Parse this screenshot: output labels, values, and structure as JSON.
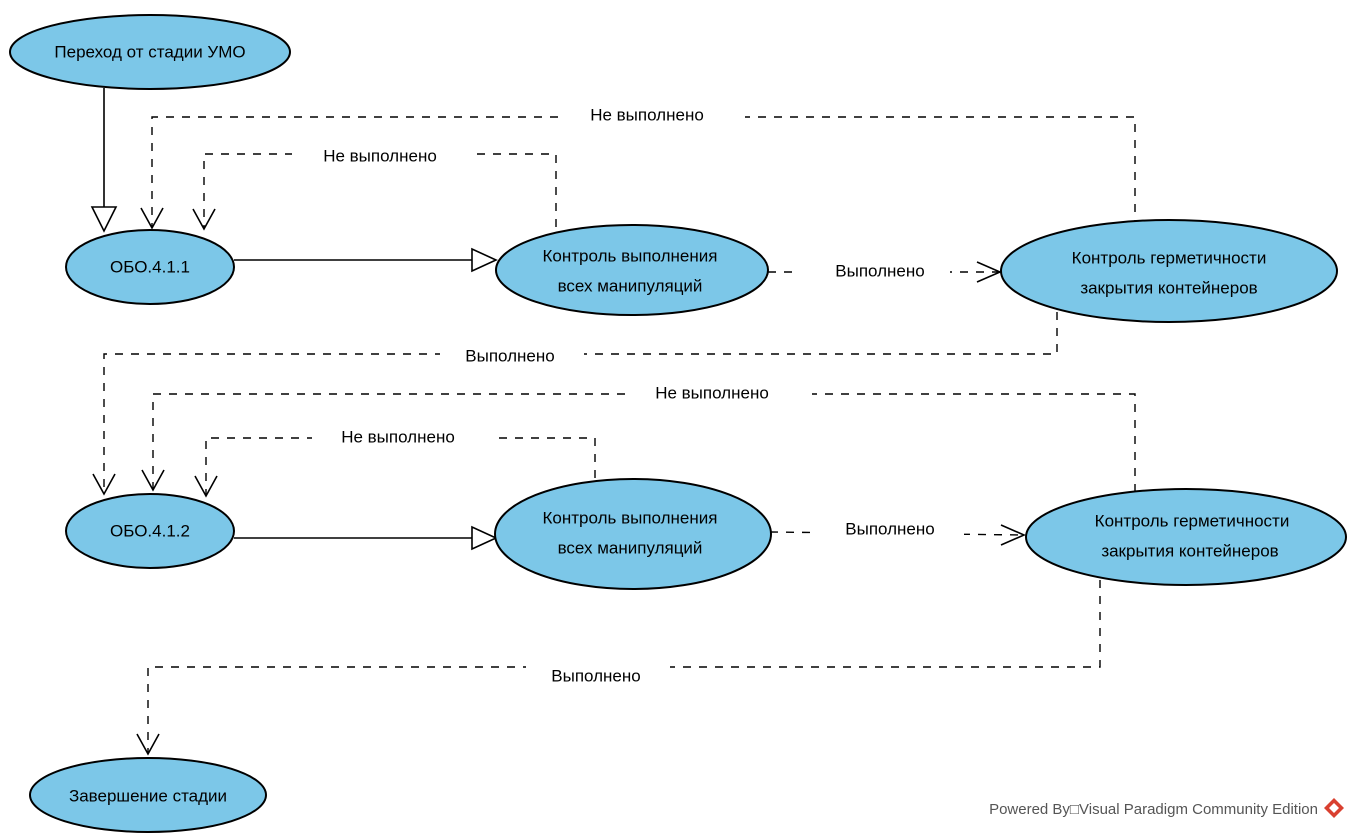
{
  "colors": {
    "node_fill": "#7cc7e8",
    "line": "#000000",
    "logo": "#d94030"
  },
  "nodes": {
    "start": "Переход от стадии УМО",
    "obo1": "ОБО.4.1.1",
    "ctrl1_l1": "Контроль выполнения",
    "ctrl1_l2": "всех манипуляций",
    "herm1_l1": "Контроль герметичности",
    "herm1_l2": "закрытия контейнеров",
    "obo2": "ОБО.4.1.2",
    "ctrl2_l1": "Контроль выполнения",
    "ctrl2_l2": "всех манипуляций",
    "herm2_l1": "Контроль герметичности",
    "herm2_l2": "закрытия контейнеров",
    "end": "Завершение стадии"
  },
  "edges": {
    "herm1_to_obo1_fail": "Не выполнено",
    "ctrl1_to_obo1_fail": "Не выполнено",
    "ctrl1_to_herm1_ok": "Выполнено",
    "herm1_to_obo2_ok": "Выполнено",
    "herm2_to_obo2_fail": "Не выполнено",
    "ctrl2_to_obo2_fail": "Не выполнено",
    "ctrl2_to_herm2_ok": "Выполнено",
    "herm2_to_end_ok": "Выполнено"
  },
  "footer": {
    "text": "Powered By□Visual Paradigm Community Edition",
    "logo_icon": "visual-paradigm-logo-icon"
  }
}
